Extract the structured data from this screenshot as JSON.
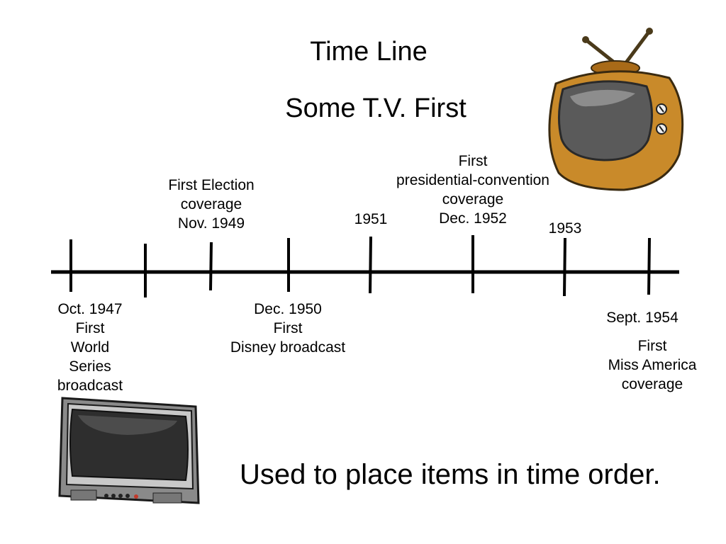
{
  "title": "Time Line",
  "subtitle": "Some T.V. First",
  "events_above": {
    "election": "First  Election\ncoverage\nNov.  1949",
    "year_1951": "1951",
    "convention": "First\npresidential-convention\ncoverage\nDec.  1952",
    "year_1953": "1953"
  },
  "events_below": {
    "world_series": "Oct.  1947\nFirst\nWorld\nSeries\nbroadcast",
    "disney": "Dec.  1950\nFirst\nDisney broadcast",
    "miss_america_date": "Sept.  1954",
    "miss_america": "First\nMiss America\ncoverage"
  },
  "caption": "Used to place items in time order.",
  "images": {
    "retro_tv": "retro-orange-tv-icon",
    "modern_tv": "gray-flat-tv-icon"
  },
  "colors": {
    "tv_orange": "#c98a2a",
    "tv_screen": "#5a5a5a",
    "line": "#000000"
  }
}
